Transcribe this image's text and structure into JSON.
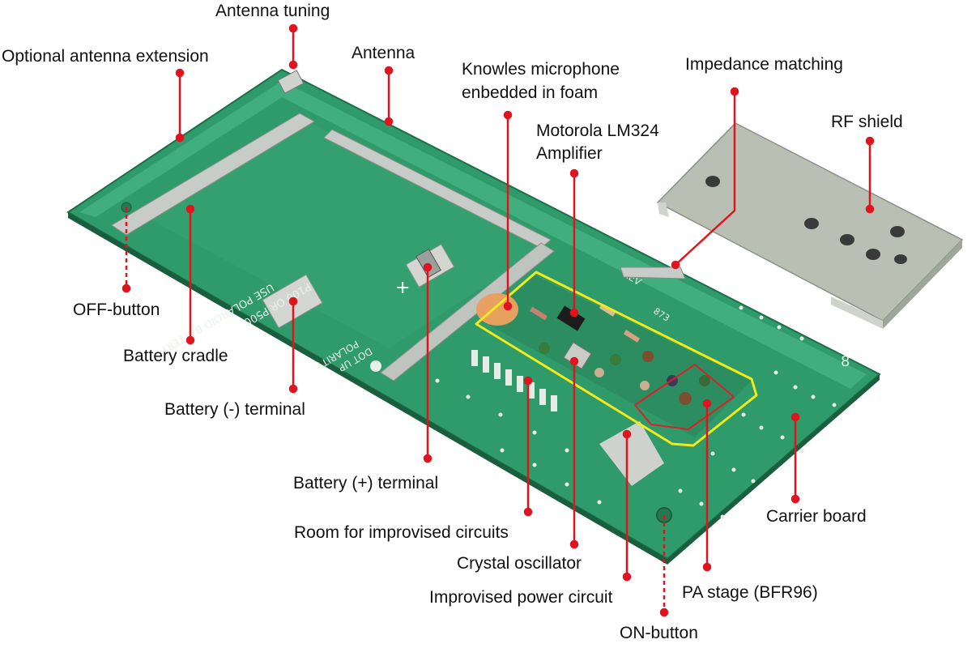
{
  "labels": {
    "antenna_tuning": "Antenna tuning",
    "optional_antenna_extension": "Optional antenna extension",
    "antenna": "Antenna",
    "knowles_mic_line1": "Knowles microphone",
    "knowles_mic_line2": "enbedded in foam",
    "impedance_matching": "Impedance matching",
    "rf_shield": "RF shield",
    "motorola_line1": "Motorola LM324",
    "motorola_line2": "Amplifier",
    "off_button": "OFF-button",
    "battery_cradle": "Battery cradle",
    "battery_neg": "Battery (-) terminal",
    "battery_pos": "Battery (+) terminal",
    "room_improvised": "Room for improvised circuits",
    "crystal_osc": "Crystal oscillator",
    "improvised_power": "Improvised power circuit",
    "pa_stage": "PA stage (BFR96)",
    "on_button": "ON-button",
    "carrier_board": "Carrier board"
  },
  "pcb_text": {
    "battery_line1": "USE POLAROID BATTERY",
    "battery_line2": "P100 OR P500",
    "polarity_line1": "POLARITY",
    "polarity_line2": "DOT UP",
    "plus": "+",
    "rev": "REV",
    "code": "873",
    "board_number": "8"
  },
  "colors": {
    "board": "#2f9a6a",
    "board_dark": "#1f7a50",
    "trace": "#3fae7c",
    "metal": "#c8ccc8",
    "shield": "#b9bfb2",
    "leader": "#e0141e",
    "highlight_yellow": "#f2ea1a",
    "highlight_red": "#d8222a",
    "foam": "#e8a060"
  }
}
